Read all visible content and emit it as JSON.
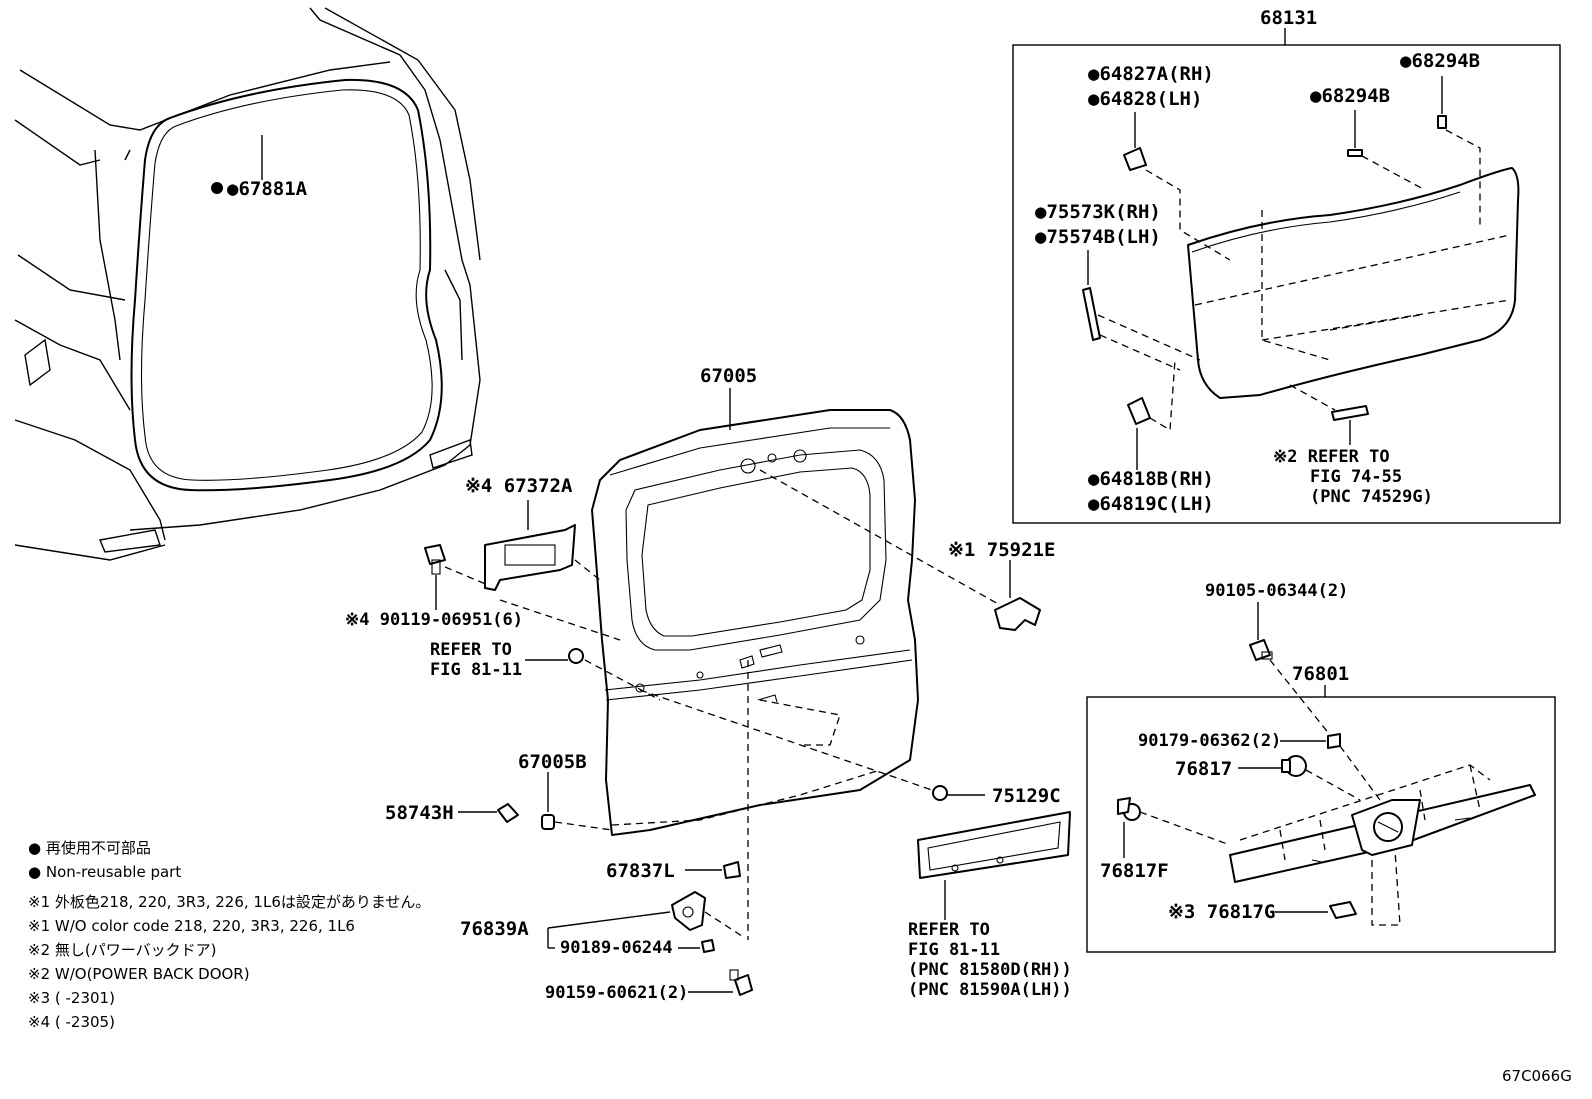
{
  "labels": {
    "p68131": "68131",
    "p64827a": "●64827A(RH)",
    "p64828": "●64828(LH)",
    "p68294b_a": "●68294B",
    "p68294b_b": "●68294B",
    "p75573k": "●75573K(RH)",
    "p75574b": "●75574B(LH)",
    "p64818b": "●64818B(RH)",
    "p64819c": "●64819C(LH)",
    "ref2_a": "※2 REFER TO",
    "ref2_b": "FIG 74-55",
    "ref2_c": "(PNC 74529G)",
    "p67881a": "●67881A",
    "p67005": "67005",
    "p67372a": "※4 67372A",
    "p75921e": "※1 75921E",
    "p90119": "※4 90119-06951(6)",
    "refer_a1": "REFER TO",
    "refer_a2": "FIG 81-11",
    "p90105": "90105-06344(2)",
    "p76801": "76801",
    "p90179": "90179-06362(2)",
    "p76817": "76817",
    "p67005b": "67005B",
    "p58743h": "58743H",
    "p75129c": "75129C",
    "p76817f": "76817F",
    "p67837l": "67837L",
    "p76817g": "※3 76817G",
    "p76839a": "76839A",
    "p90189": "90189-06244",
    "p90159": "90159-60621(2)",
    "refer_b1": "REFER TO",
    "refer_b2": "FIG 81-11",
    "refer_b3": "(PNC 81580D(RH))",
    "refer_b4": "(PNC 81590A(LH))",
    "code": "67C066G"
  },
  "notes": [
    "● 再使用不可部品",
    "● Non-reusable part",
    "※1 外板色218, 220, 3R3, 226, 1L6は設定がありません。",
    "※1 W/O color code 218, 220, 3R3, 226, 1L6",
    "※2 無し(パワーバックドア)",
    "※2 W/O(POWER BACK DOOR)",
    "※3 (        -2301)",
    "※4 (        -2305)"
  ]
}
